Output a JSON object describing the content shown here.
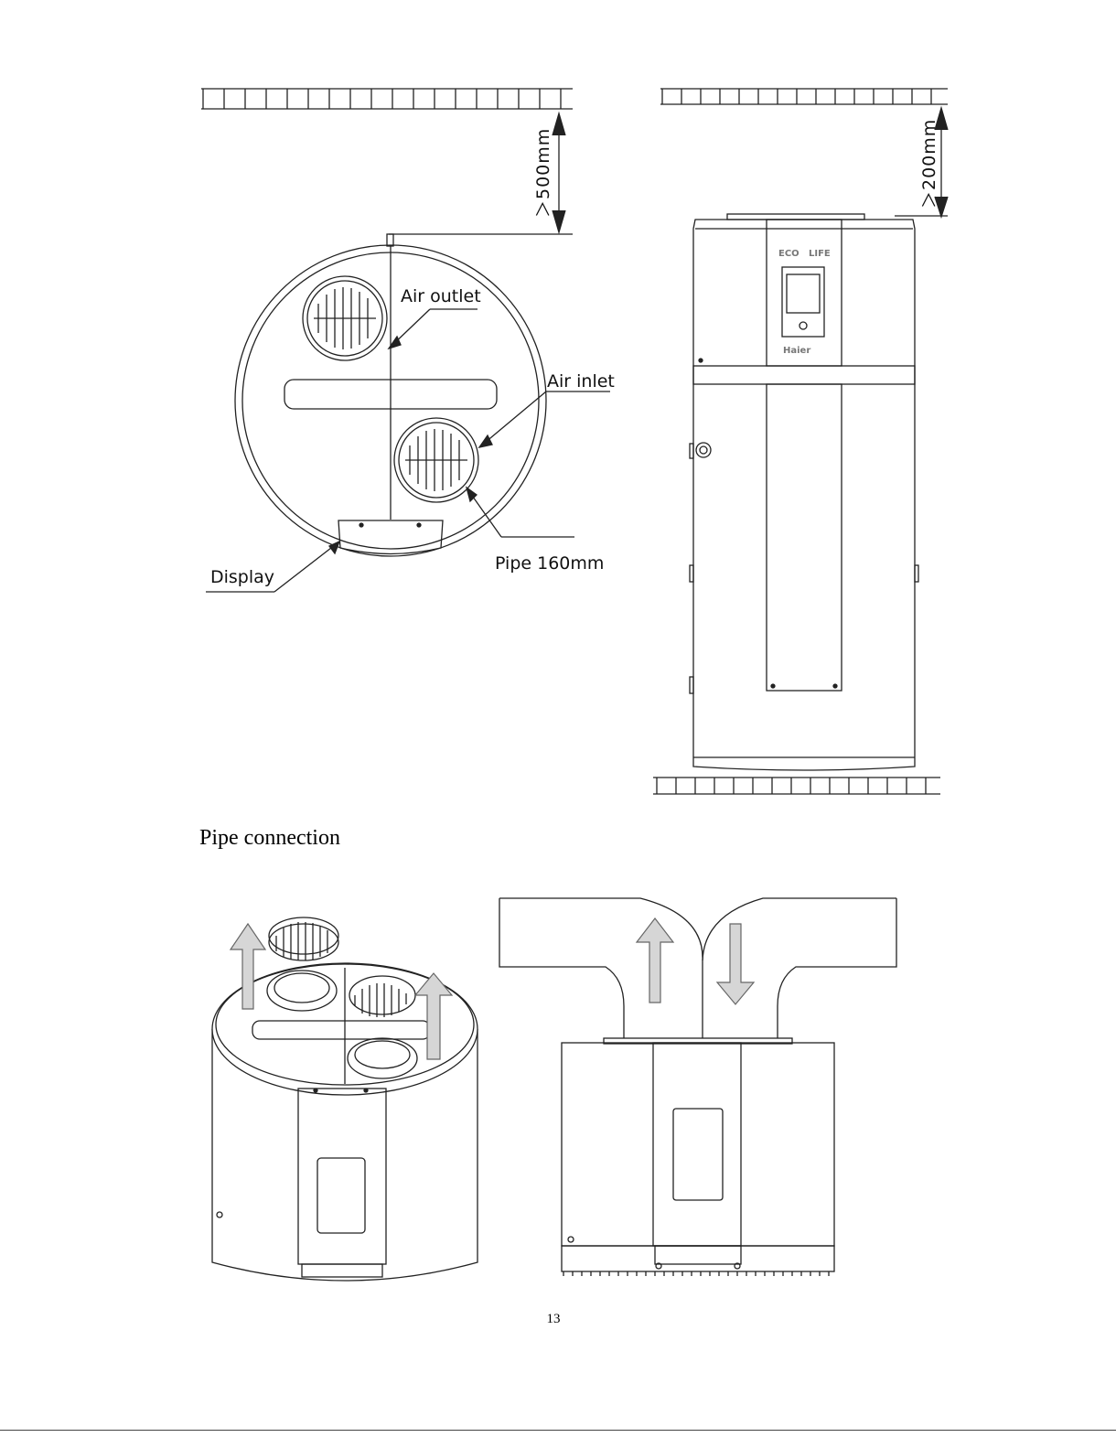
{
  "figure_top": {
    "top_view_labels": {
      "clearance": "＞500mm",
      "air_outlet": "Air outlet",
      "air_inlet": "Air inlet",
      "display": "Display",
      "pipe": "Pipe 160mm"
    },
    "side_view_labels": {
      "clearance": "＞200mm",
      "brand_eco": "ECO",
      "brand_life": "LIFE",
      "brand_haier": "Haier"
    }
  },
  "section_heading": "Pipe connection",
  "page_number": "13"
}
